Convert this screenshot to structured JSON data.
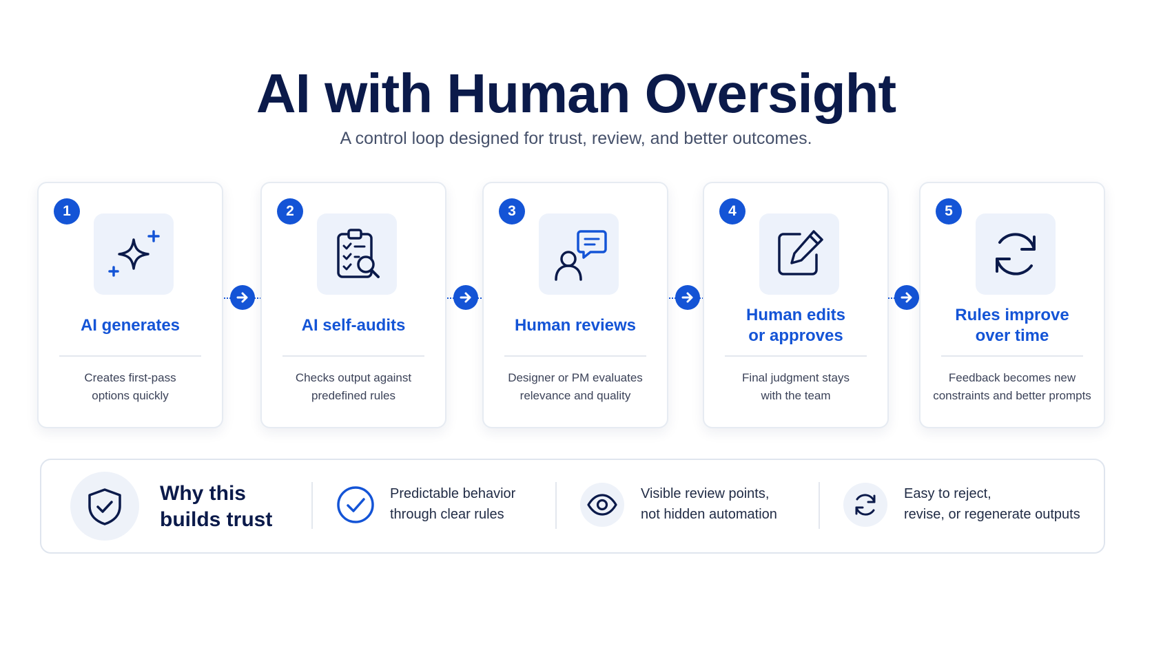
{
  "header": {
    "title": "AI with Human Oversight",
    "subtitle": "A control loop designed for trust, review, and better outcomes."
  },
  "colors": {
    "accent": "#1454d6",
    "navy": "#0b1a4a",
    "tile": "#edf2fb"
  },
  "steps": [
    {
      "number": "1",
      "icon": "sparkle-icon",
      "title": "AI generates",
      "desc_line1": "Creates first-pass",
      "desc_line2": "options quickly"
    },
    {
      "number": "2",
      "icon": "clipboard-search-icon",
      "title": "AI self-audits",
      "desc_line1": "Checks output against",
      "desc_line2": "predefined rules"
    },
    {
      "number": "3",
      "icon": "person-chat-icon",
      "title": "Human reviews",
      "desc_line1": "Designer or PM evaluates",
      "desc_line2": "relevance and quality"
    },
    {
      "number": "4",
      "icon": "edit-icon",
      "title_line1": "Human edits",
      "title_line2": "or approves",
      "desc_line1": "Final judgment stays",
      "desc_line2": "with the team"
    },
    {
      "number": "5",
      "icon": "refresh-icon",
      "title_line1": "Rules improve",
      "title_line2": "over time",
      "desc_line1": "Feedback becomes new",
      "desc_line2": "constraints and better prompts"
    }
  ],
  "trust": {
    "icon": "shield-check-icon",
    "heading_line1": "Why this",
    "heading_line2": "builds trust",
    "features": [
      {
        "icon": "check-circle-icon",
        "line1": "Predictable behavior",
        "line2": "through clear rules"
      },
      {
        "icon": "eye-icon",
        "line1": "Visible review points,",
        "line2": "not hidden automation"
      },
      {
        "icon": "refresh-icon",
        "line1": "Easy to reject,",
        "line2": "revise, or regenerate outputs"
      }
    ]
  }
}
